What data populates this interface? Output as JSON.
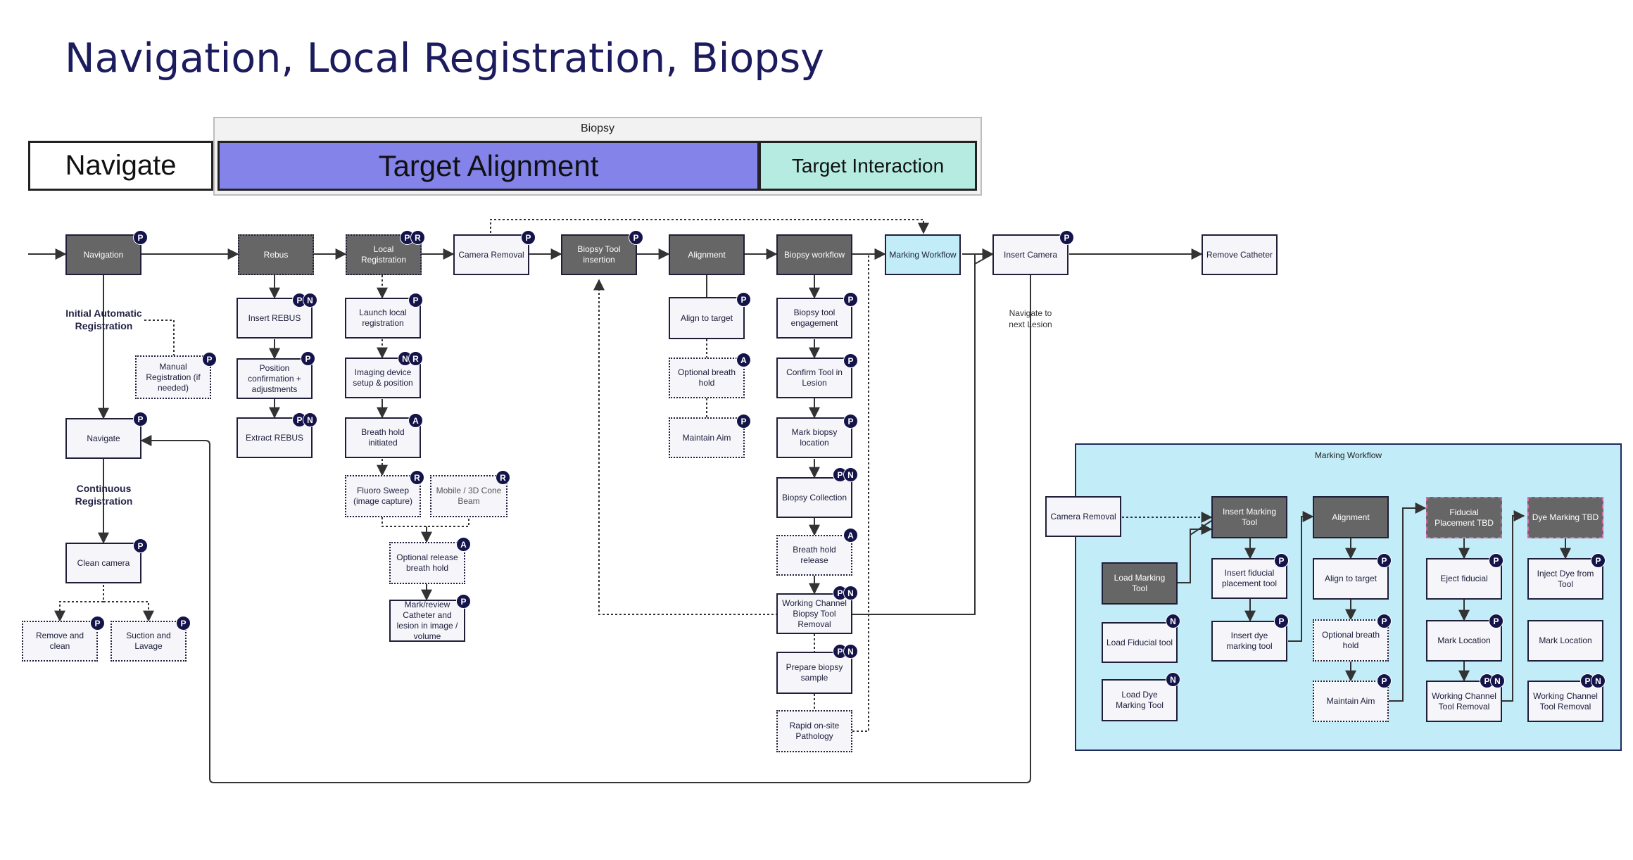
{
  "title": "Navigation, Local Registration, Biopsy",
  "header": {
    "group_label": "Biopsy",
    "phases": {
      "navigate": "Navigate",
      "target_alignment": "Target Alignment",
      "target_interaction": "Target Interaction"
    }
  },
  "colors": {
    "title": "#1b1b5e",
    "dark_box": "#666666",
    "light_box": "#f5f5fa",
    "cyan": "#c2ecf8",
    "alignment_phase": "#8383ea",
    "interaction_phase": "#b5ebe0",
    "badge": "#14144a",
    "line": "#333333"
  },
  "nodes": {
    "navigation": "Navigation",
    "rebus": "Rebus",
    "local_registration": "Local Registration",
    "camera_removal": "Camera Removal",
    "biopsy_tool_insertion": "Biopsy Tool insertion",
    "alignment": "Alignment",
    "biopsy_workflow": "Biopsy workflow",
    "marking_workflow": "Marking Workflow",
    "insert_camera": "Insert Camera",
    "remove_catheter": "Remove Catheter",
    "manual_registration": "Manual Registration (if needed)",
    "navigate": "Navigate",
    "clean_camera": "Clean camera",
    "remove_and_clean": "Remove and clean",
    "suction_and_lavage": "Suction and Lavage",
    "insert_rebus": "Insert REBUS",
    "position_confirmation": "Position confirmation + adjustments",
    "extract_rebus": "Extract REBUS",
    "launch_local_registration": "Launch local registration",
    "imaging_device_setup": "Imaging device setup & position",
    "breath_hold_initiated": "Breath hold initiated",
    "fluoro_sweep": "Fluoro Sweep (image capture)",
    "mobile_cone_beam": "Mobile / 3D Cone Beam",
    "optional_release_breath_hold": "Optional release breath hold",
    "mark_review": "Mark/review Catheter and lesion in image / volume",
    "align_to_target": "Align to target",
    "optional_breath_hold": "Optional breath hold",
    "maintain_aim": "Maintain Aim",
    "biopsy_tool_engagement": "Biopsy tool engagement",
    "confirm_tool_in_lesion": "Confirm Tool in Lesion",
    "mark_biopsy_location": "Mark biopsy location",
    "biopsy_collection": "Biopsy Collection",
    "breath_hold_release": "Breath hold release",
    "working_channel_biopsy_removal": "Working Channel Biopsy Tool Removal",
    "prepare_biopsy_sample": "Prepare biopsy sample",
    "rapid_onsite_pathology": "Rapid on-site Pathology"
  },
  "labels": {
    "initial_automatic_registration": "Initial Automatic Registration",
    "continuous_registration": "Continuous Registration",
    "navigate_to_next_lesion": "Navigate to next Lesion"
  },
  "marking_panel": {
    "title": "Marking Workflow",
    "camera_removal": "Camera Removal",
    "insert_marking_tool": "Insert Marking Tool",
    "alignment": "Alignment",
    "fiducial_placement": "Fiducial Placement TBD",
    "dye_marking": "Dye Marking TBD",
    "load_marking_tool": "Load Marking Tool",
    "insert_fiducial_placement_tool": "Insert fiducial placement tool",
    "insert_dye_marking_tool": "Insert dye marking tool",
    "align_to_target": "Align to target",
    "optional_breath_hold": "Optional breath hold",
    "maintain_aim": "Maintain Aim",
    "eject_fiducial": "Eject fiducial",
    "mark_location_1": "Mark Location",
    "working_channel_removal_1": "Working Channel Tool Removal",
    "inject_dye": "Inject Dye from Tool",
    "mark_location_2": "Mark Location",
    "working_channel_removal_2": "Working Channel Tool Removal",
    "load_fiducial_tool": "Load Fiducial tool",
    "load_dye_marking_tool": "Load Dye Marking Tool"
  },
  "badges": {
    "p": "P",
    "n": "N",
    "r": "R",
    "a": "A"
  }
}
